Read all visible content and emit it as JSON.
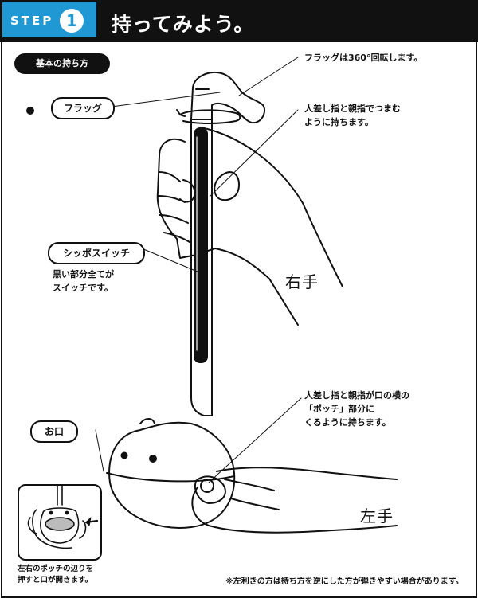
{
  "header": {
    "step_label": "STEP",
    "step_number": "1",
    "title": "持ってみよう。",
    "badge_color": "#1f98d3"
  },
  "section": {
    "subtitle": "基本の持ち方"
  },
  "callouts": {
    "flag": {
      "label": "フラッグ",
      "note": "フラッグは360°回転します。"
    },
    "pinch": {
      "line1": "人差し指と親指でつまむ",
      "line2": "ように持ちます。"
    },
    "switch": {
      "label": "シッポスイッチ",
      "line1": "黒い部分全てが",
      "line2": "スイッチです。"
    },
    "mouth": {
      "label": "お口"
    },
    "pocchi": {
      "line1": "人差し指と親指が口の横の",
      "line2": "「ポッチ」部分に",
      "line3": "くるように持ちます。"
    }
  },
  "hands": {
    "right": "右手",
    "left": "左手"
  },
  "inset": {
    "line1": "左右のポッチの辺りを",
    "line2": "押すと口が開きます。"
  },
  "footnote": "※左利きの方は持ち方を逆にした方が弾きやすい場合があります。",
  "icons": [
    "rotate-arrow-icon",
    "push-arrow-icon"
  ]
}
